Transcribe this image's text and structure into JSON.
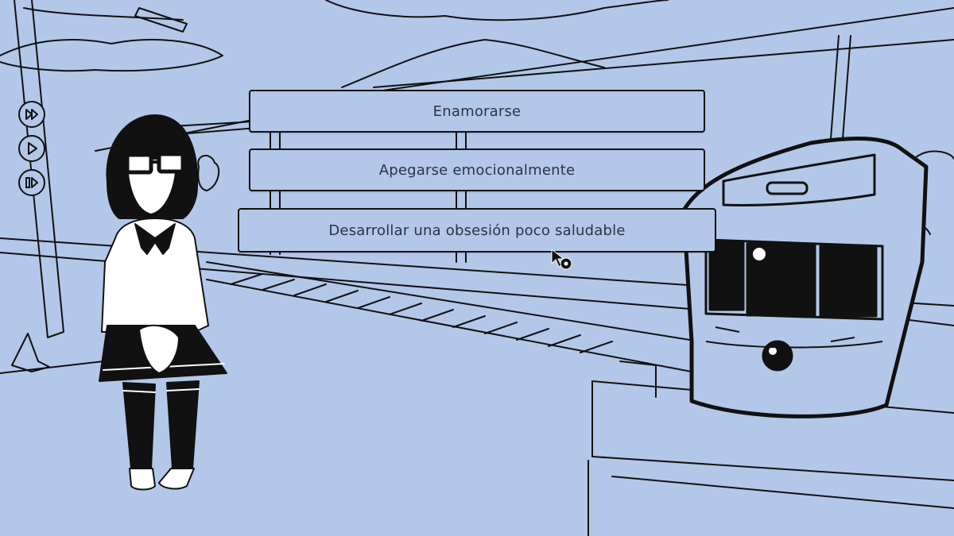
{
  "choices": [
    {
      "label": "Enamorarse"
    },
    {
      "label": "Apegarse emocionalmente"
    },
    {
      "label": "Desarrollar una obsesión poco saludable"
    }
  ],
  "controls": [
    {
      "icon": "fast-forward-icon"
    },
    {
      "icon": "play-icon"
    },
    {
      "icon": "pause-icon"
    }
  ],
  "colors": {
    "background": "#b3c8e8",
    "ink": "#111111",
    "text": "#2a3346"
  }
}
